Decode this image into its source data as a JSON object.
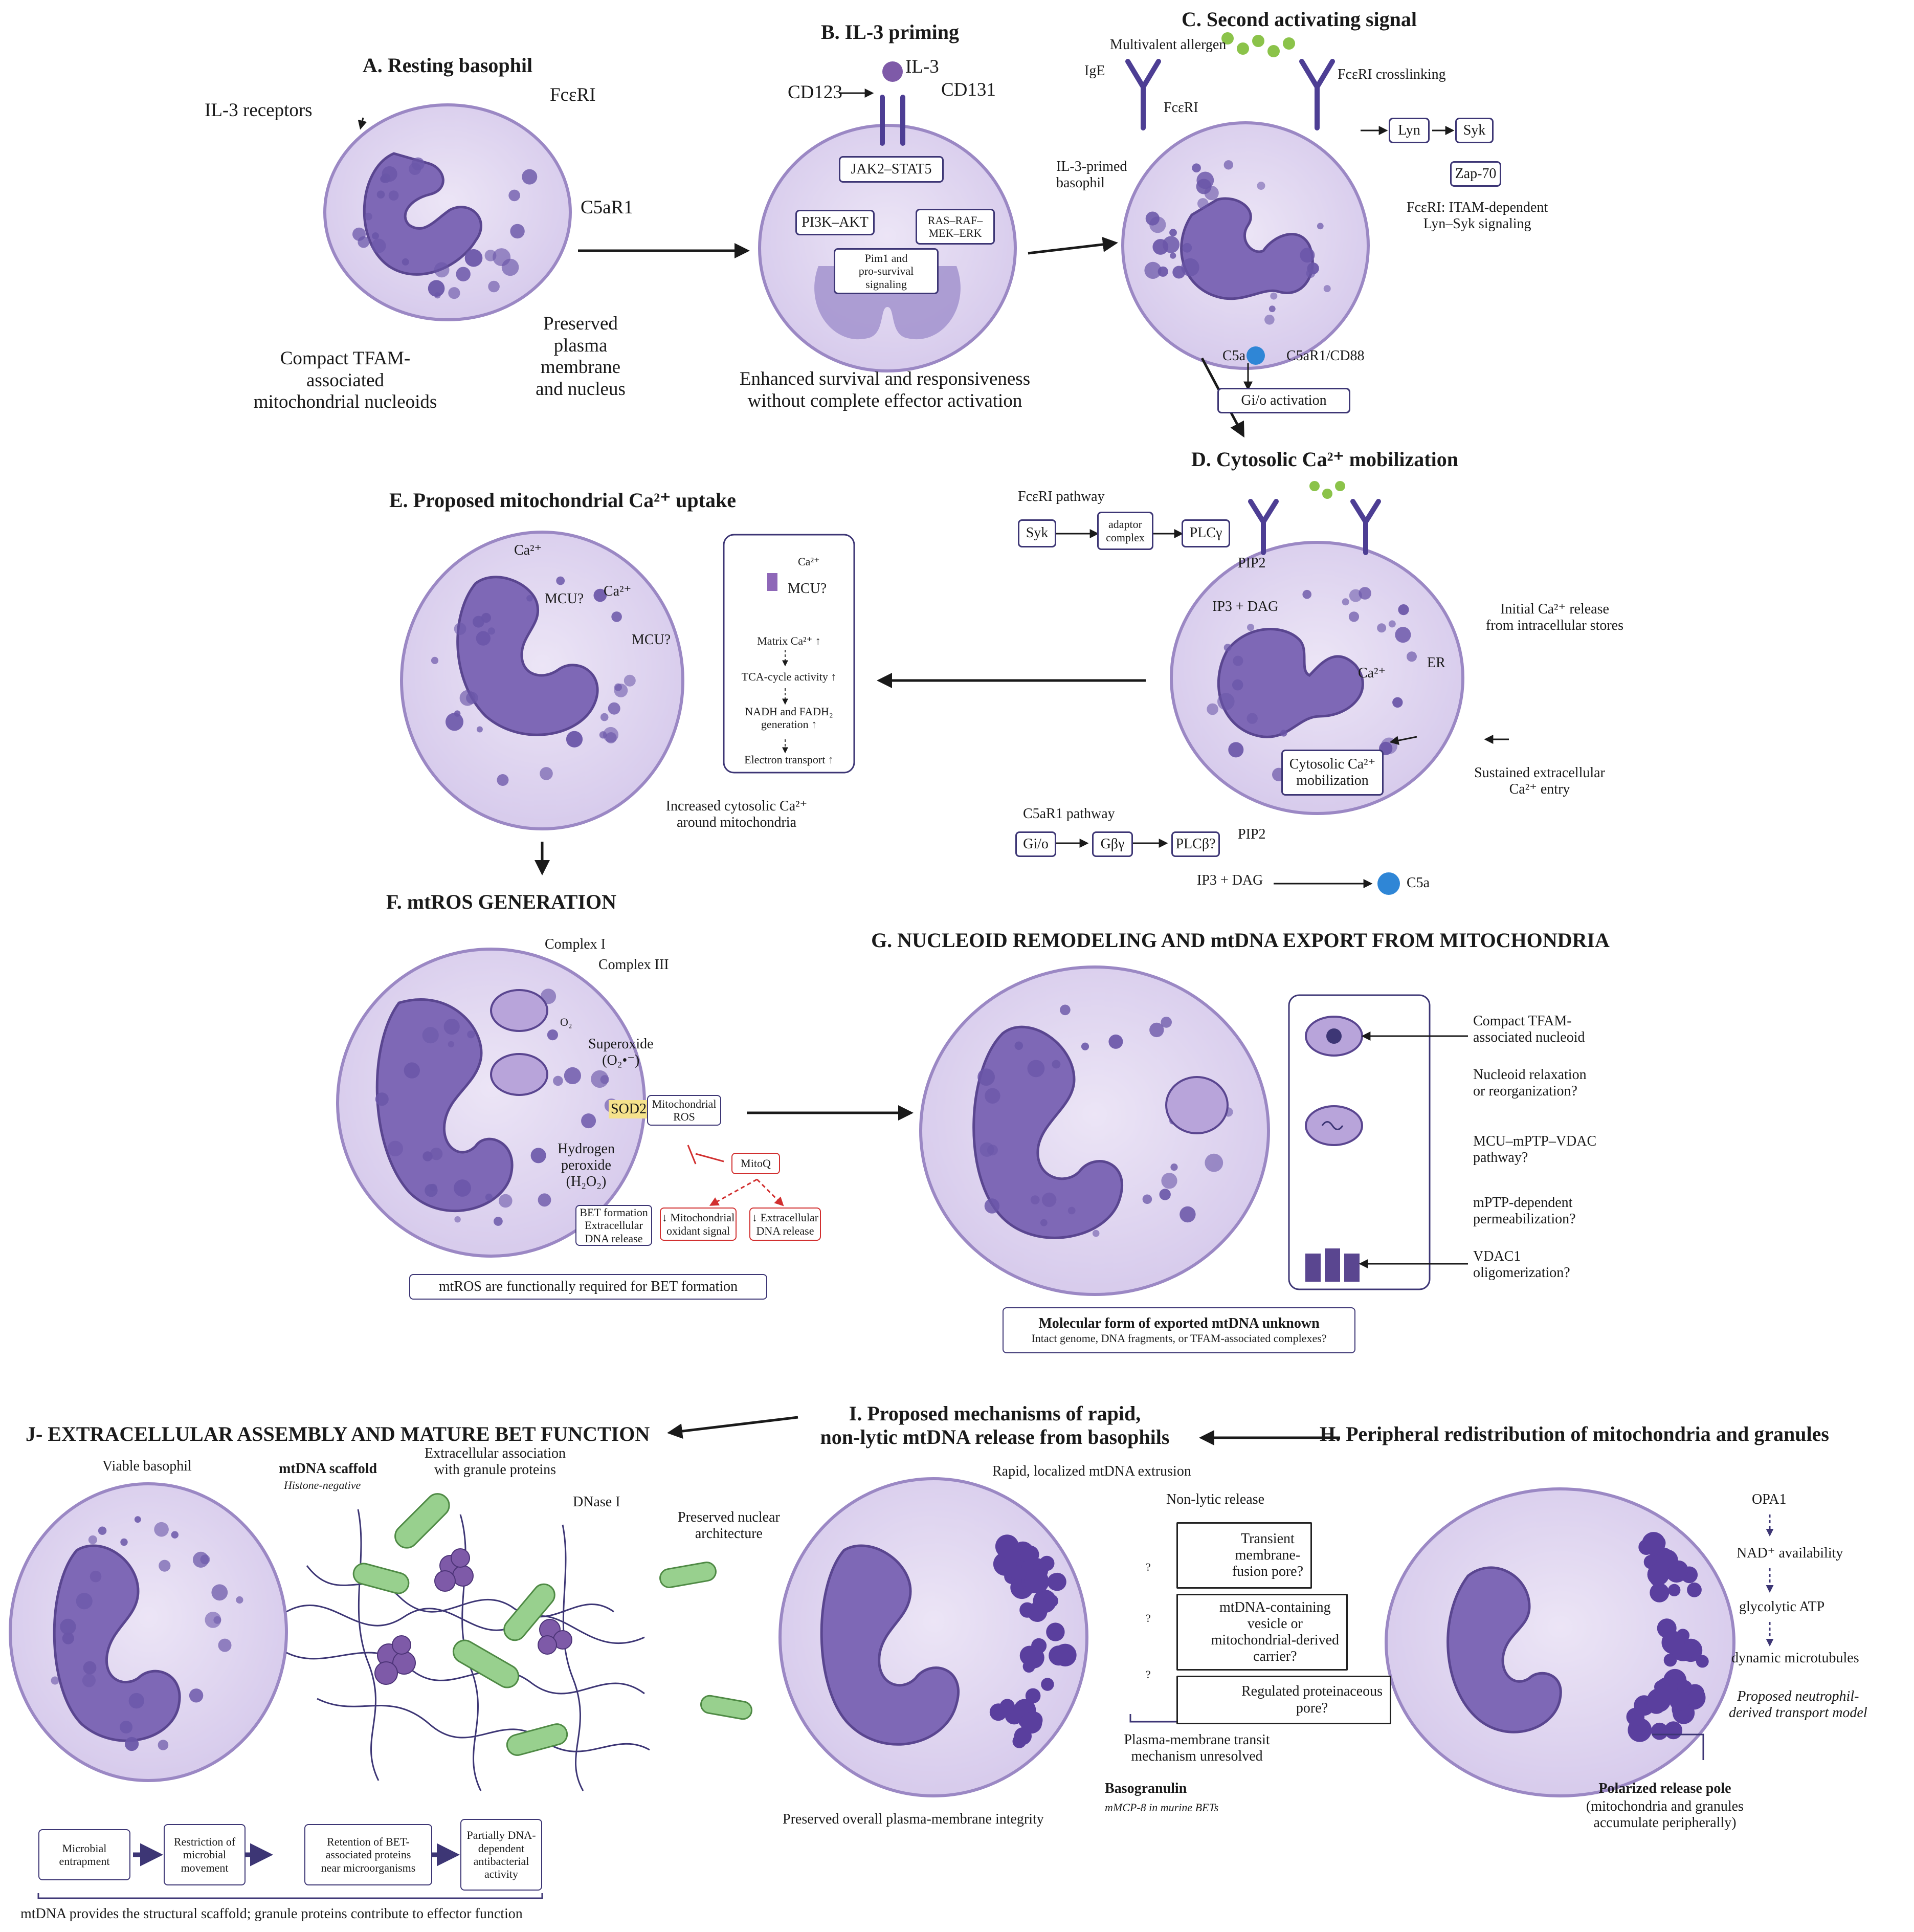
{
  "panelA": {
    "title": "A. Resting basophil",
    "il3_receptors": "IL-3 receptors",
    "fceri": "FcεRI",
    "c5ar1": "C5aR1",
    "compact_tfam": "Compact TFAM-\nassociated\nmitochondrial nucleoids",
    "preserved": "Preserved\nplasma\nmembrane\nand nucleus"
  },
  "panelB": {
    "title": "B. IL-3 priming",
    "il3": "IL-3",
    "cd123": "CD123",
    "cd131": "CD131",
    "jak": "JAK2–STAT5",
    "pi3k": "PI3K–AKT",
    "ras": "RAS–RAF–\nMEK–ERK",
    "pim1": "Pim1 and\npro-survival\nsignaling",
    "caption": "Enhanced survival and responsiveness\nwithout complete effector activation"
  },
  "panelC": {
    "title": "C. Second activating signal",
    "allergen": "Multivalent allergen",
    "ige": "IgE",
    "crosslinking": "FcεRI crosslinking",
    "fceri": "FcεRI",
    "primed": "IL-3-primed\nbasophil",
    "lyn": "Lyn",
    "syk": "Syk",
    "zap70": "Zap-70",
    "itam": "FcεRI: ITAM-dependent\nLyn–Syk signaling",
    "c5a": "C5a",
    "c5ar1_cd88": "C5aR1/CD88",
    "gio": "Gi/o activation"
  },
  "panelD": {
    "title": "D. Cytosolic Ca²⁺ mobilization",
    "fceri_pathway": "FcεRI pathway",
    "syk": "Syk",
    "adaptor": "adaptor\ncomplex",
    "plcg": "PLCγ",
    "pip2": "PIP2",
    "ip3_dag": "IP3 + DAG",
    "initial_release": "Initial Ca²⁺ release\nfrom intracellular stores",
    "er": "ER",
    "ca2": "Ca²⁺",
    "cyto_mob": "Cytosolic Ca²⁺\nmobilization",
    "sustained": "Sustained extracellular\nCa²⁺ entry",
    "c5ar1_pathway": "C5aR1 pathway",
    "gio": "Gi/o",
    "gbg": "Gβγ",
    "plcb": "PLCβ?",
    "pip2b": "PIP2",
    "ip3_dag2": "IP3 + DAG",
    "c5a": "C5a"
  },
  "panelE": {
    "title": "E. Proposed mitochondrial Ca²⁺ uptake",
    "ca1": "Ca²⁺",
    "mcu1": "MCU?",
    "ca2": "Ca²⁺",
    "mcu2": "MCU?",
    "inset_ca": "Ca²⁺",
    "inset_mcu": "MCU?",
    "matrix": "Matrix Ca²⁺ ↑",
    "tca": "TCA-cycle activity ↑",
    "nadh": "NADH and FADH₂\ngeneration ↑",
    "electron": "Electron transport ↑",
    "increased": "Increased cytosolic Ca²⁺\naround mitochondria"
  },
  "panelF": {
    "title": "F. mtROS GENERATION",
    "complex1": "Complex I",
    "complex3": "Complex III",
    "o2": "O₂",
    "superoxide": "Superoxide\n(O₂•⁻)",
    "sod2": "SOD2",
    "mito_ros": "Mitochondrial\nROS",
    "h2o2": "Hydrogen\nperoxide\n(H₂O₂)",
    "mitoq": "MitoQ",
    "bet": "BET formation\nExtracellular\nDNA release",
    "down1": "↓ Mitochondrial\noxidant signal",
    "down2": "↓ Extracellular\nDNA release",
    "caption": "mtROS are functionally required for BET formation"
  },
  "panelG": {
    "title": "G. NUCLEOID REMODELING AND mtDNA EXPORT FROM MITOCHONDRIA",
    "compact": "Compact TFAM-\nassociated nucleoid",
    "relax": "Nucleoid relaxation\nor reorganization?",
    "mcu_path": "MCU–mPTP–VDAC\npathway?",
    "mptp": "mPTP-dependent\npermeabilization?",
    "vdac": "VDAC1\noligomerization?",
    "molecular": "Molecular form of exported mtDNA unknown",
    "molecular_sub": "Intact genome, DNA fragments, or TFAM-associated complexes?"
  },
  "panelH": {
    "title": "H. Peripheral redistribution of mitochondria and granules",
    "opa1": "OPA1",
    "nad": "NAD⁺ availability",
    "atp": "glycolytic ATP",
    "micro": "dynamic microtubules",
    "model": "Proposed neutrophil-\nderived transport model",
    "pole": "Polarized release pole",
    "pole_sub": "(mitochondria and granules\naccumulate peripherally)"
  },
  "panelI": {
    "title": "I. Proposed mechanisms of rapid,\nnon-lytic mtDNA release from basophils",
    "rapid": "Rapid, localized mtDNA extrusion",
    "nonlytic": "Non-lytic release",
    "preserved_nuc": "Preserved nuclear\narchitecture",
    "q": "?",
    "opt1": "Transient\nmembrane-\nfusion pore?",
    "opt2": "mtDNA-containing\nvesicle or\nmitochondrial-derived\ncarrier?",
    "opt3": "Regulated proteinaceous\npore?",
    "transit": "Plasma-membrane transit\nmechanism unresolved",
    "basogranulin": "Basogranulin",
    "mmcp8": "mMCP-8 in murine BETs",
    "overall": "Preserved overall plasma-membrane integrity"
  },
  "panelJ": {
    "title": "J- EXTRACELLULAR ASSEMBLY AND MATURE BET FUNCTION",
    "viable": "Viable basophil",
    "scaffold": "mtDNA scaffold",
    "histone": "Histone-negative",
    "extra_assoc": "Extracellular association\nwith granule proteins",
    "dnase": "DNase I",
    "step1": "Microbial\nentrapment",
    "step2": "Restriction of\nmicrobial\nmovement",
    "step3": "Retention of BET-\nassociated proteins\nnear microorganisms",
    "step4": "Partially DNA-\ndependent\nantibacterial\nactivity",
    "caption": "mtDNA provides the structural scaffold; granule proteins contribute to effector function"
  },
  "colors": {
    "cell_fill": "#e7def2",
    "cell_edge": "#9b88c4",
    "nucleus": "#7e68b6",
    "granule": "#6a56a8",
    "box_border": "#3d3675",
    "accent_blue": "#2f86d6",
    "green": "#7fc97f",
    "red": "#d12f2f"
  }
}
